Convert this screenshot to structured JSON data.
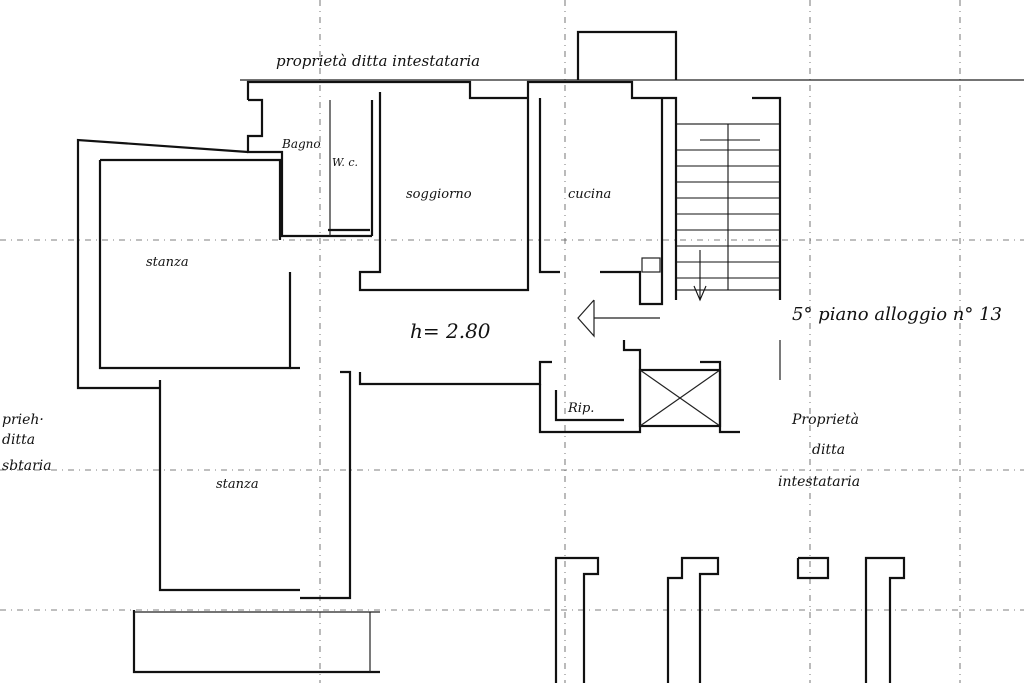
{
  "labels": {
    "top_owner": "proprietà ditta intestataria",
    "left_owner_1": "prieh·",
    "left_owner_2": "ditta",
    "left_owner_3": "sbtaria",
    "bagno": "Bagno",
    "wc": "W. c.",
    "soggiorno": "soggiorno",
    "cucina": "cucina",
    "stanza_top": "stanza",
    "stanza_bottom": "stanza",
    "height": "h= 2.80",
    "ripostiglio": "Rip.",
    "floor_unit": "5° piano alloggio n° 13",
    "right_owner_1": "Proprietà",
    "right_owner_2": "ditta",
    "right_owner_3": "intestataria"
  },
  "colors": {
    "ink": "#111111",
    "paper": "#ffffff",
    "grid": "#555555"
  }
}
